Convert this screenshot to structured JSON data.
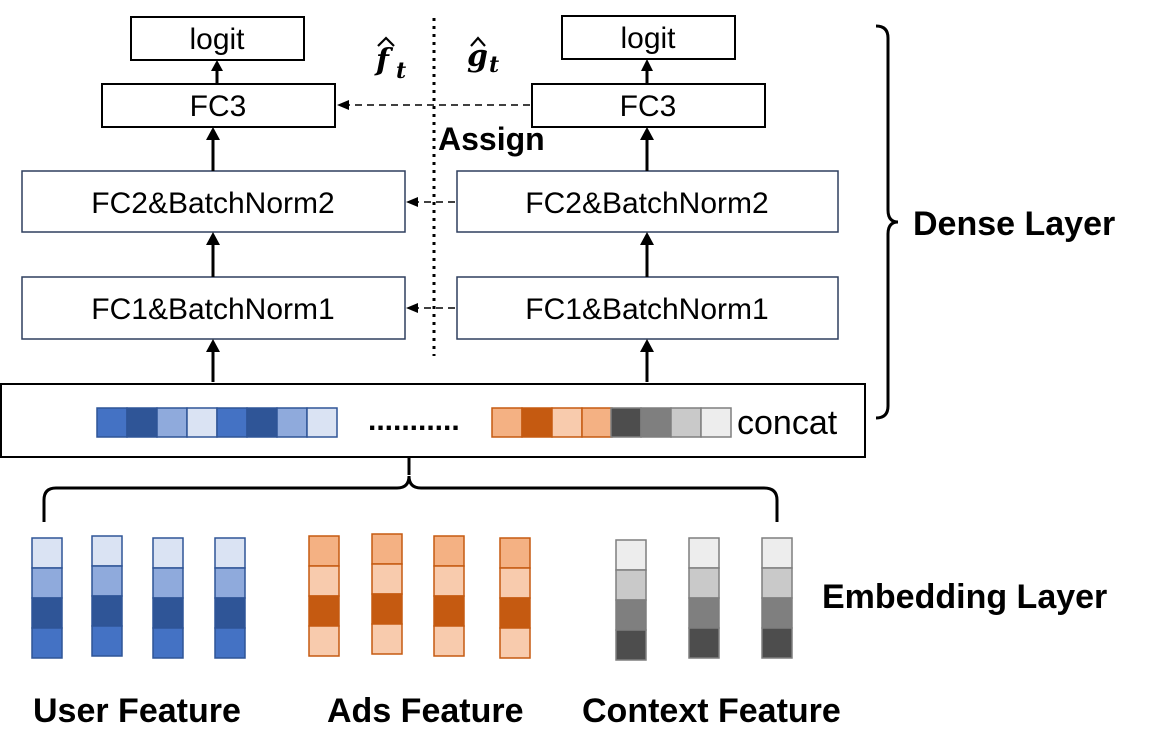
{
  "left_tower": {
    "logit_label": "logit",
    "fc3_label": "FC3",
    "fc2_label": "FC2&BatchNorm2",
    "fc1_label": "FC1&BatchNorm1",
    "symbol": "f",
    "symbol_sub": "t"
  },
  "right_tower": {
    "logit_label": "logit",
    "fc3_label": "FC3",
    "fc2_label": "FC2&BatchNorm2",
    "fc1_label": "FC1&BatchNorm1",
    "symbol": "g",
    "symbol_sub": "t"
  },
  "assign_label": "Assign",
  "concat_label": "concat",
  "ellipsis": "...........",
  "dense_layer_label": "Dense Layer",
  "embedding_layer_label": "Embedding Layer",
  "feature_groups": [
    {
      "label": "User Feature",
      "cell_colors": [
        "#dae3f3",
        "#8faadc",
        "#2f5597",
        "#4472c4"
      ],
      "border": "#2f5597"
    },
    {
      "label": "Ads Feature",
      "cell_colors": [
        "#f4b183",
        "#f8cbad",
        "#c55a11",
        "#f8cbad"
      ],
      "border": "#c55a11"
    },
    {
      "label": "Context Feature",
      "cell_colors": [
        "#ededed",
        "#c9c9c9",
        "#7f7f7f",
        "#4d4d4d"
      ],
      "border": "#7f7f7f"
    }
  ],
  "colors": {
    "user_concat": [
      "#4472c4",
      "#2f5597",
      "#8faadc",
      "#dae3f3",
      "#4472c4",
      "#2f5597",
      "#8faadc",
      "#dae3f3"
    ],
    "ads_concat": [
      "#f4b183",
      "#c55a11",
      "#f8cbad",
      "#f4b183"
    ],
    "ctx_concat": [
      "#4d4d4d",
      "#7f7f7f",
      "#c9c9c9",
      "#ededed"
    ]
  }
}
